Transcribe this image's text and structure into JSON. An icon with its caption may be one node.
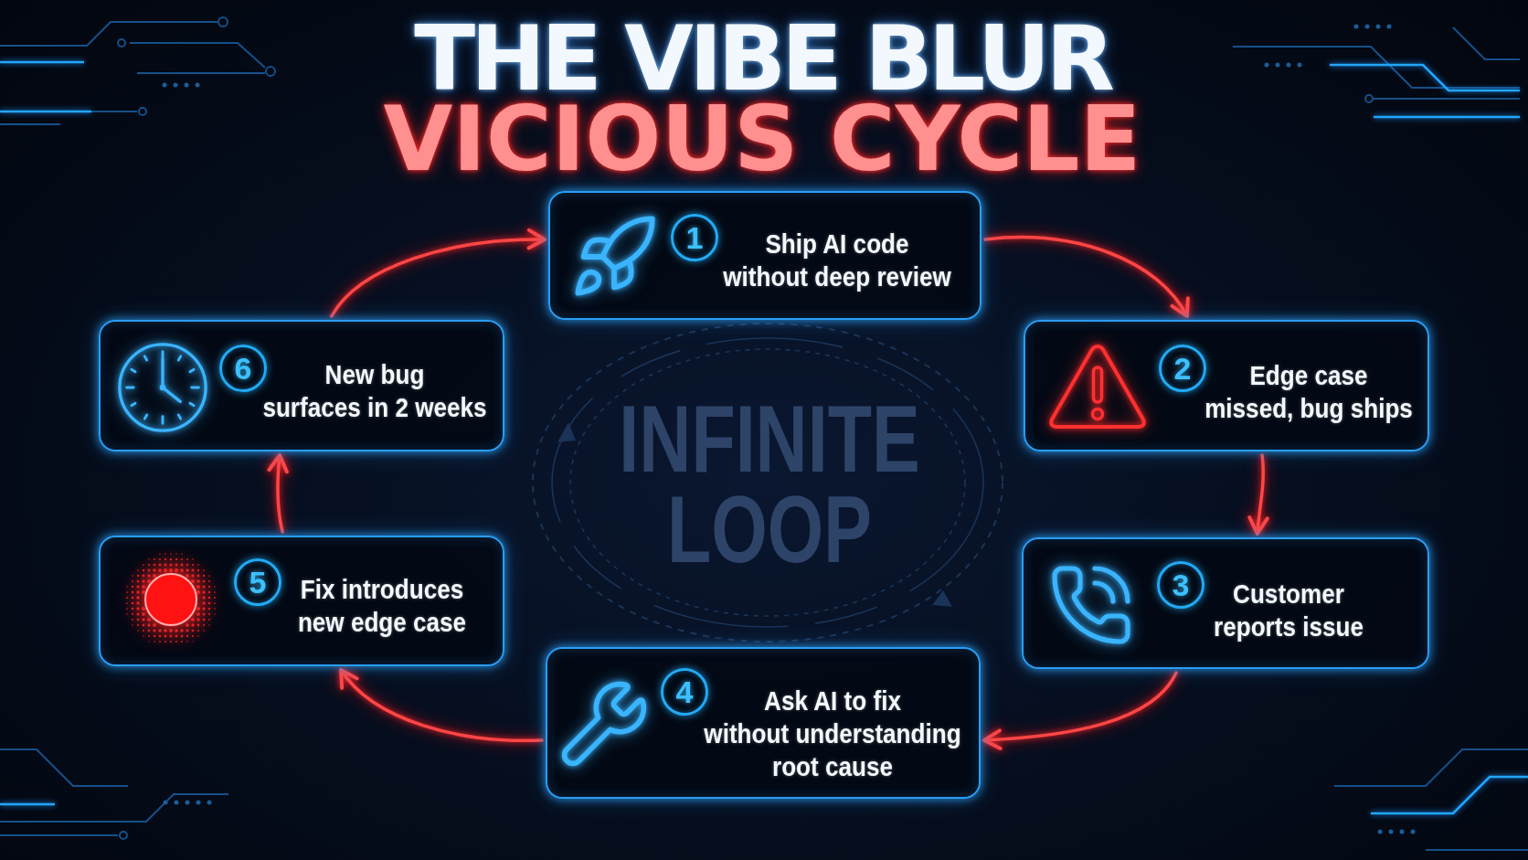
{
  "diagram": {
    "title": "THE VIBE BLUR VICIOUS CYCLE",
    "nodes": [
      {
        "text": [
          "1",
          "Ship AI code without deep review"
        ]
      },
      {
        "text": [
          "2",
          "Edge case missed, bug ships"
        ]
      },
      {
        "text": [
          "3",
          "Customer reports issue"
        ]
      },
      {
        "text": [
          "4",
          "Ask AI to fix without understanding root cause"
        ]
      },
      {
        "text": [
          "5",
          "Fix introduces new edge case"
        ]
      },
      {
        "text": [
          "6",
          "New bug surfaces in 2 weeks"
        ]
      }
    ],
    "edges": [
      {
        "from": 0,
        "to": 1,
        "arrow": "to"
      },
      {
        "from": 1,
        "to": 2,
        "arrow": "to"
      },
      {
        "from": 2,
        "to": 3,
        "arrow": "to"
      },
      {
        "from": 3,
        "to": 4,
        "arrow": "to"
      },
      {
        "from": 4,
        "to": 5,
        "arrow": "to"
      },
      {
        "from": 5,
        "to": 0,
        "arrow": "to"
      }
    ],
    "labels": [
      "INFINITE LOOP"
    ]
  }
}
